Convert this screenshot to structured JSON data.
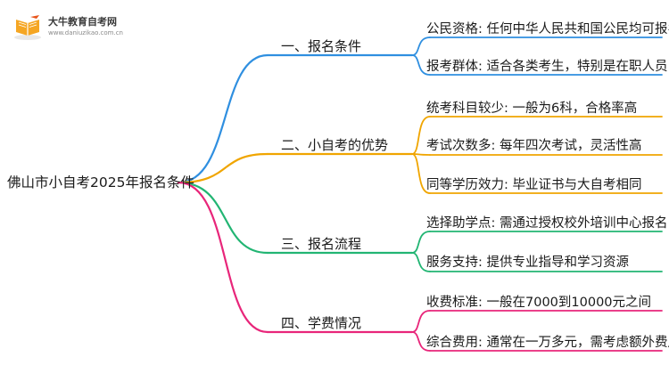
{
  "logo": {
    "name": "大牛教育自考网",
    "url": "www.daniuzikao.com.cn",
    "colors": {
      "book": "#f5a623",
      "accent": "#e8541a"
    }
  },
  "root": {
    "label": "佛山市小自考2025年报名条件"
  },
  "branches": [
    {
      "label": "一、报名条件",
      "color": "#2f8fe0",
      "leaves": [
        "公民资格: 任何中华人民共和国公民均可报名",
        "报考群体: 适合各类考生，特别是在职人员"
      ]
    },
    {
      "label": "二、小自考的优势",
      "color": "#f0a500",
      "leaves": [
        "统考科目较少: 一般为6科，合格率高",
        "考试次数多: 每年四次考试，灵活性高",
        "同等学历效力: 毕业证书与大自考相同"
      ]
    },
    {
      "label": "三、报名流程",
      "color": "#22b573",
      "leaves": [
        "选择助学点: 需通过授权校外培训中心报名",
        "服务支持: 提供专业指导和学习资源"
      ]
    },
    {
      "label": "四、学费情况",
      "color": "#e8267a",
      "leaves": [
        "收费标准: 一般在7000到10000元之间",
        "综合费用: 通常在一万多元，需考虑额外费用"
      ]
    }
  ]
}
